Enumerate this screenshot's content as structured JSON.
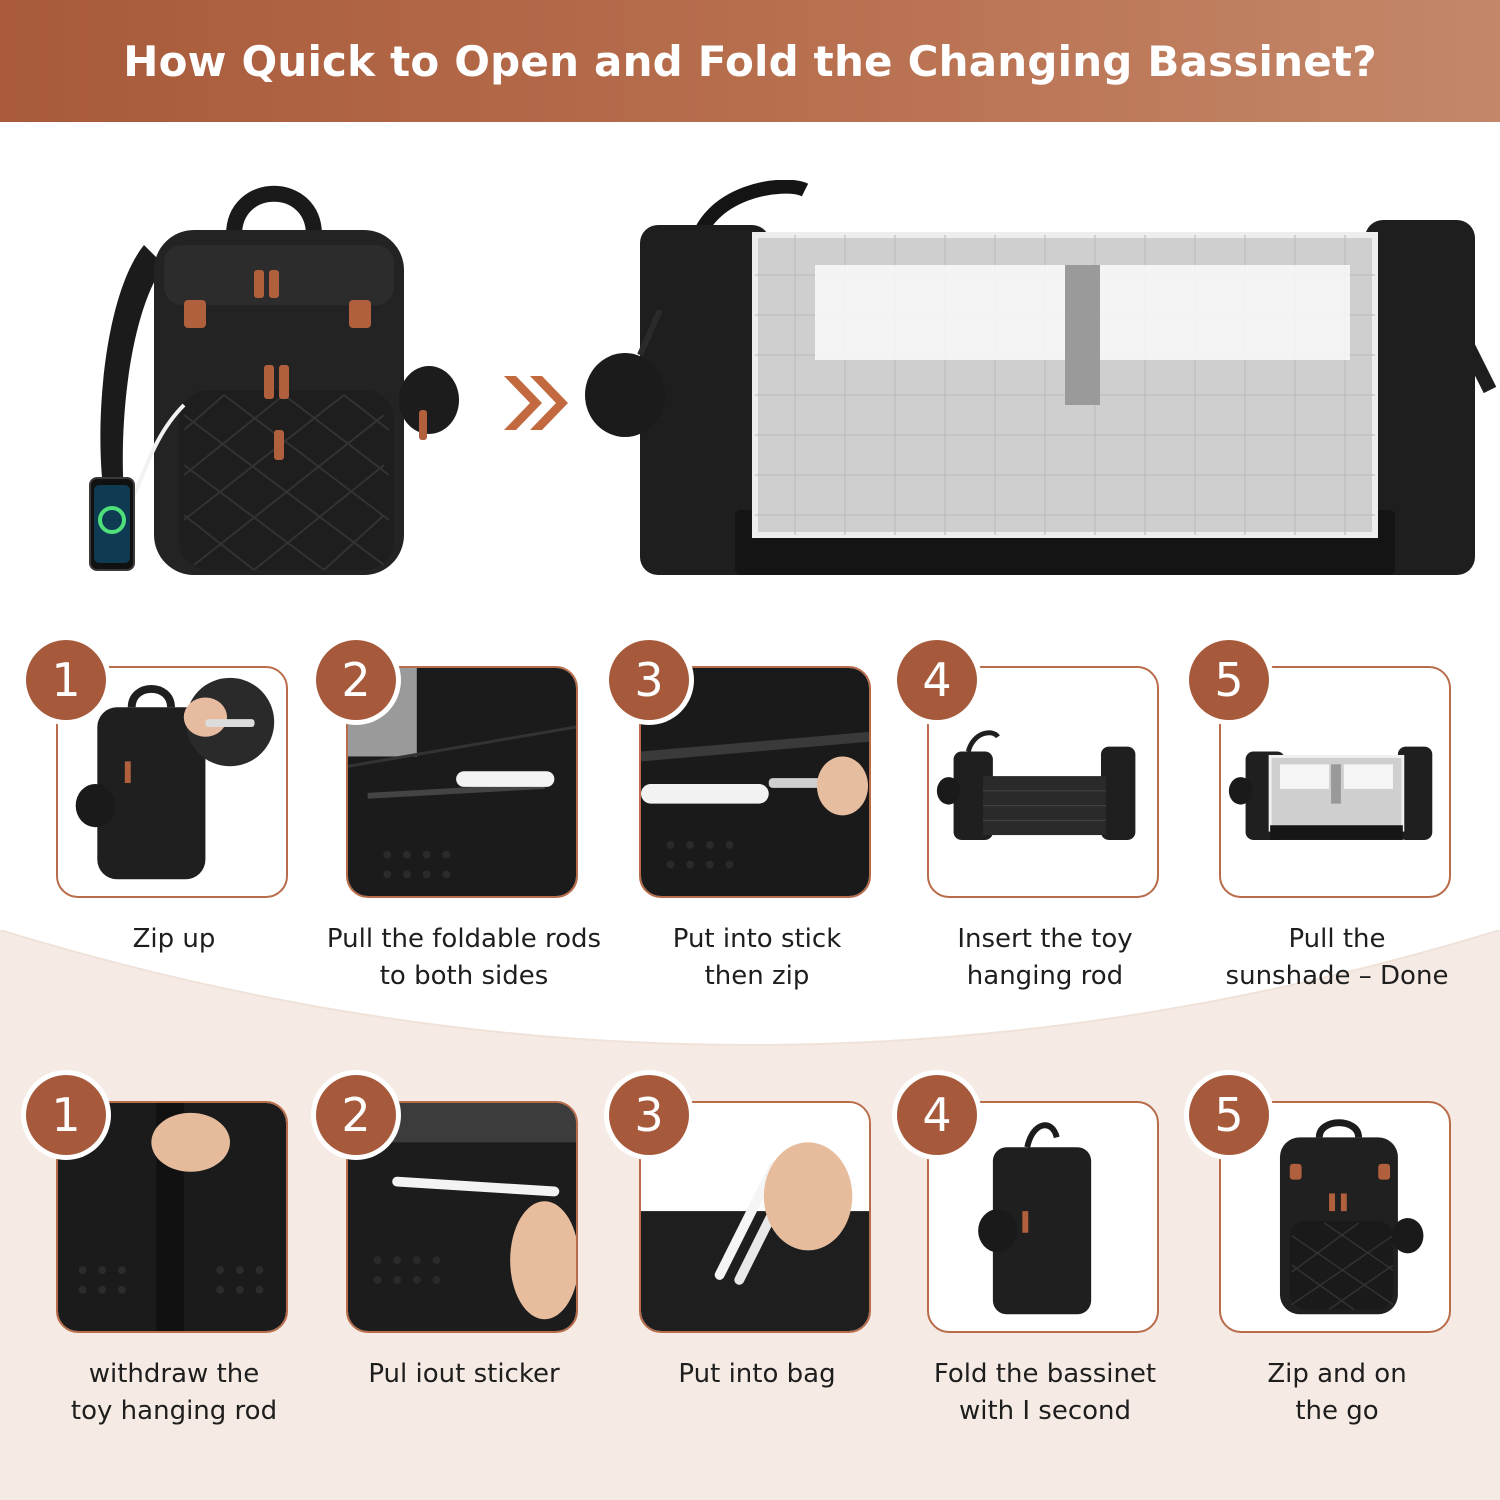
{
  "header": {
    "title": "How Quick to Open and Fold the Changing Bassinet?",
    "bg_color": "#a85a3a"
  },
  "accent_color": "#a65a3b",
  "hero": {
    "backpack_icon": "backpack-icon",
    "arrow_icon": "double-chevron-right-icon",
    "bassinet_icon": "open-bassinet-icon"
  },
  "open_steps": [
    {
      "number": "1",
      "line1": "Zip up",
      "line2": ""
    },
    {
      "number": "2",
      "line1": "Pull the foldable rods",
      "line2": "to both sides"
    },
    {
      "number": "3",
      "line1": "Put into stick",
      "line2": "then zip"
    },
    {
      "number": "4",
      "line1": "Insert the toy",
      "line2": "hanging rod"
    },
    {
      "number": "5",
      "line1": "Pull the",
      "line2": "sunshade – Done"
    }
  ],
  "fold_steps": [
    {
      "number": "1",
      "line1": "withdraw the",
      "line2": "toy hanging rod"
    },
    {
      "number": "2",
      "line1": "Pul iout sticker",
      "line2": ""
    },
    {
      "number": "3",
      "line1": "Put into bag",
      "line2": ""
    },
    {
      "number": "4",
      "line1": "Fold the bassinet",
      "line2": "with I second"
    },
    {
      "number": "5",
      "line1": "Zip and on",
      "line2": "the go"
    }
  ]
}
